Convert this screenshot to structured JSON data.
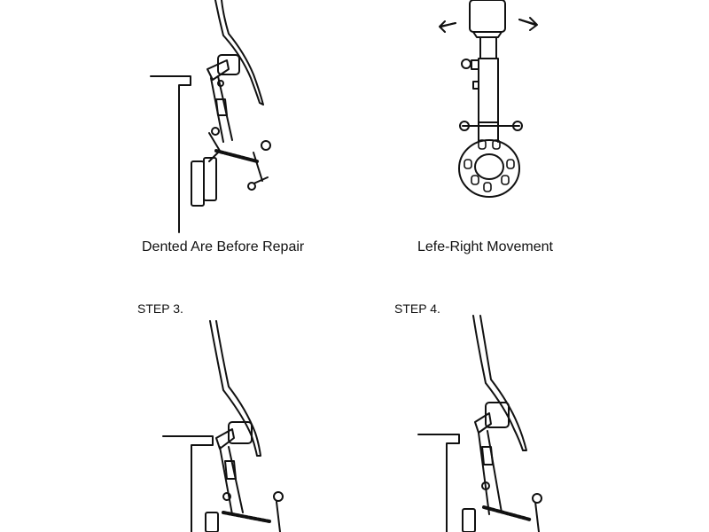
{
  "captions": {
    "top_left": "Dented Are Before Repair",
    "top_right": "Lefe-Right Movement"
  },
  "steps": {
    "bottom_left": "STEP 3.",
    "bottom_right": "STEP 4."
  }
}
